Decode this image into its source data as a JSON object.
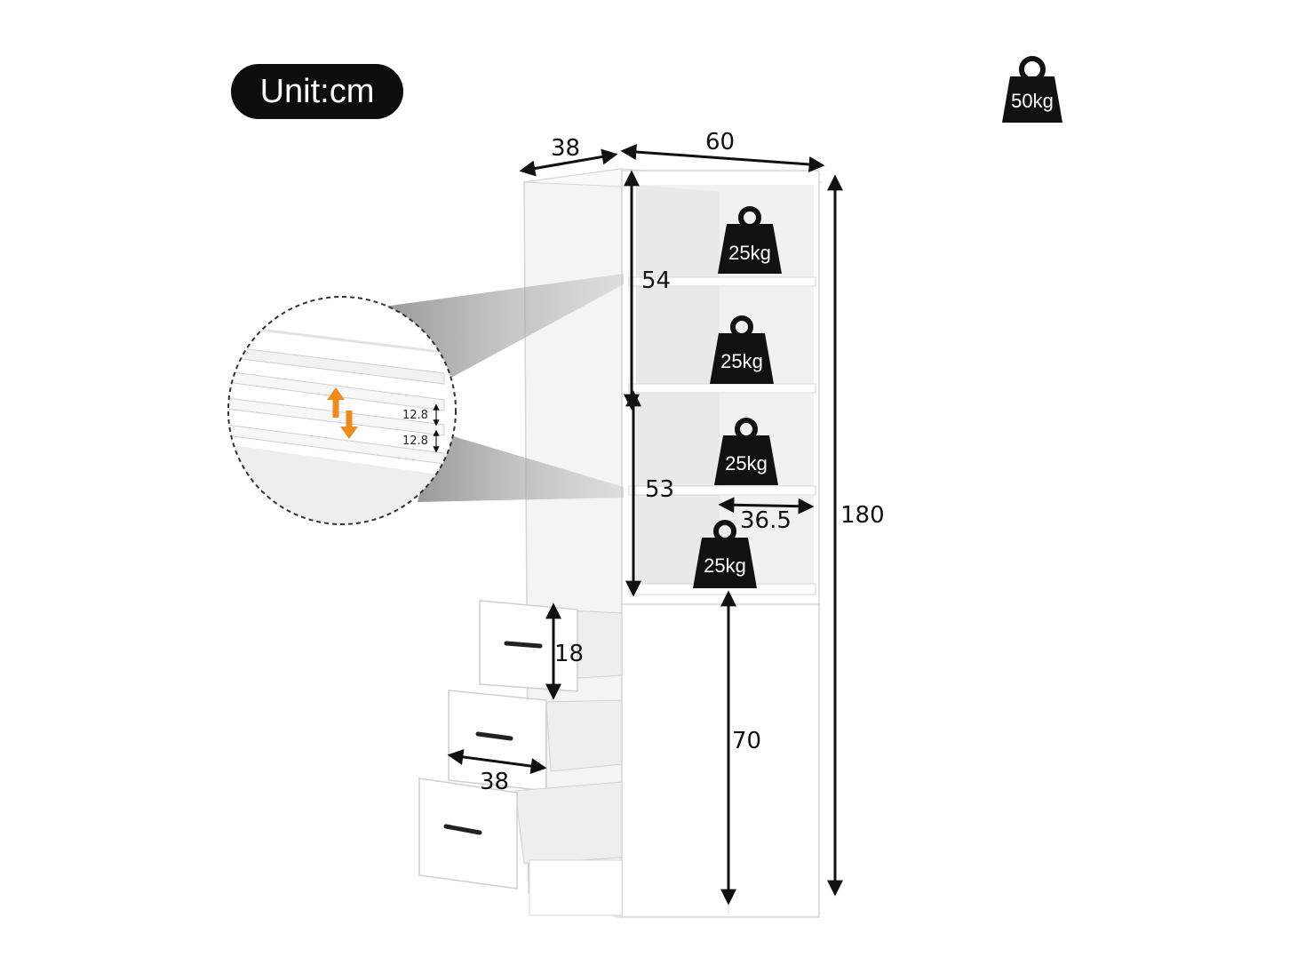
{
  "unit_badge": {
    "label": "Unit:cm"
  },
  "total_weight": {
    "label": "50kg",
    "icon": "weight-icon"
  },
  "dimensions": {
    "depth": "38",
    "width": "60",
    "height_total": "180",
    "upper_section": "54",
    "middle_section": "53",
    "shelf_depth": "36.5",
    "drawer_height": "18",
    "drawer_depth": "38",
    "cabinet_height": "70"
  },
  "shelf_weights": [
    {
      "label": "25kg"
    },
    {
      "label": "25kg"
    },
    {
      "label": "25kg"
    },
    {
      "label": "25kg"
    }
  ],
  "detail_zoom": {
    "spacing_top": "12.8",
    "spacing_bottom": "12.8"
  },
  "colors": {
    "cabinet": "#ffffff",
    "outline": "#d9d9d9",
    "dimension_arrows": "#111111",
    "adjust_arrows": "#f08a1c",
    "badge": "#0d0d0d"
  }
}
